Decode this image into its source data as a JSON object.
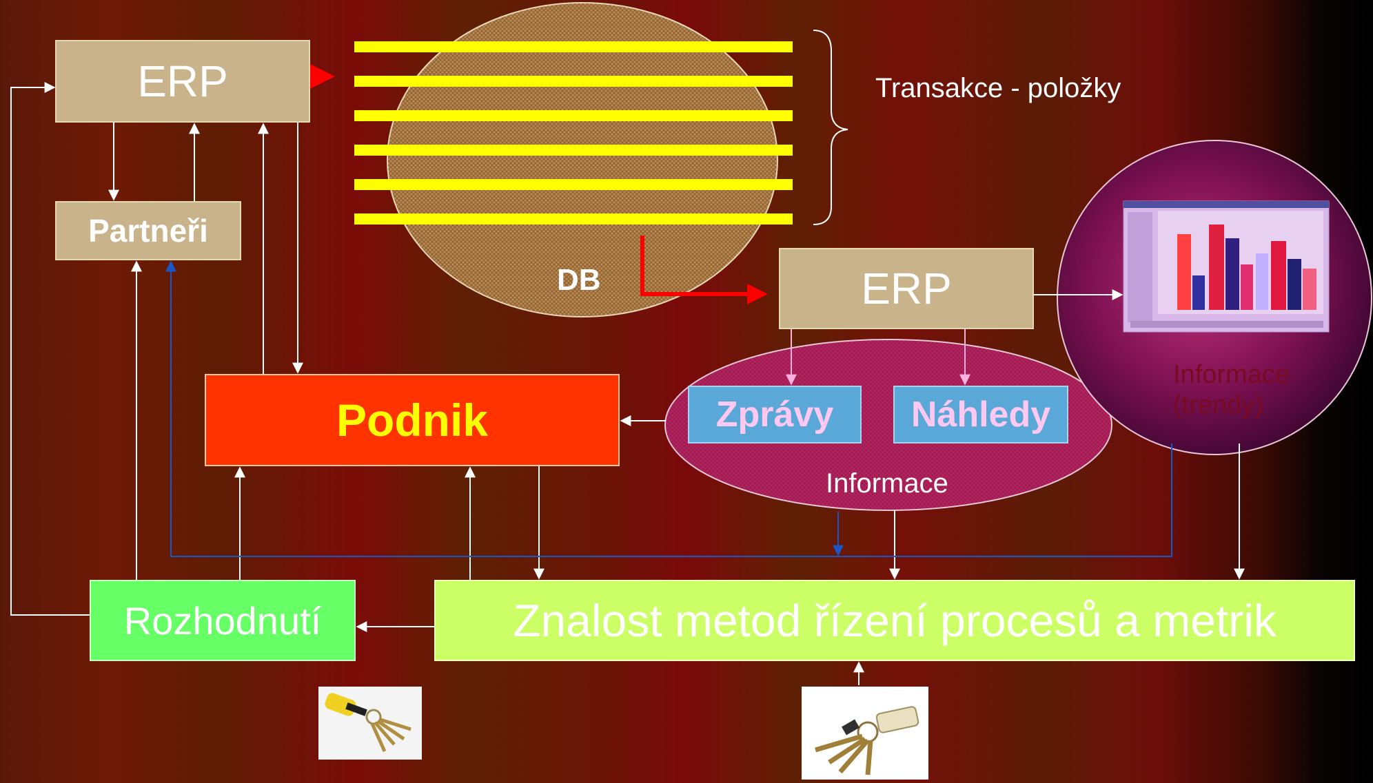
{
  "boxes": {
    "erp_top": "ERP",
    "partners": "Partneři",
    "erp_mid": "ERP",
    "podnik": "Podnik",
    "zpravy": "Zprávy",
    "nahledy": "Náhledy",
    "rozhodnuti": "Rozhodnutí",
    "znalost": "Znalost metod řízení procesů a metrik"
  },
  "labels": {
    "db": "DB",
    "transactions": "Transakce - položky",
    "information": "Informace",
    "trends_line1": "Informace",
    "trends_line2": "(trendy)"
  },
  "colors": {
    "tan": "#c8b38a",
    "podnik": "#ff3300",
    "podnik_text": "#ffff00",
    "report_boxes": "#5aa8d8",
    "decision": "#66ff66",
    "knowledge": "#ccff66",
    "db_stripes": "#ffff00",
    "highlight_arrow": "#ff0000",
    "feedback_line": "#1a56c8"
  },
  "icons": {
    "chart_thumbnail": "bar-chart-screenshot-icon",
    "keys_left": "keys-photo-icon",
    "keys_right": "keychain-photo-icon"
  }
}
